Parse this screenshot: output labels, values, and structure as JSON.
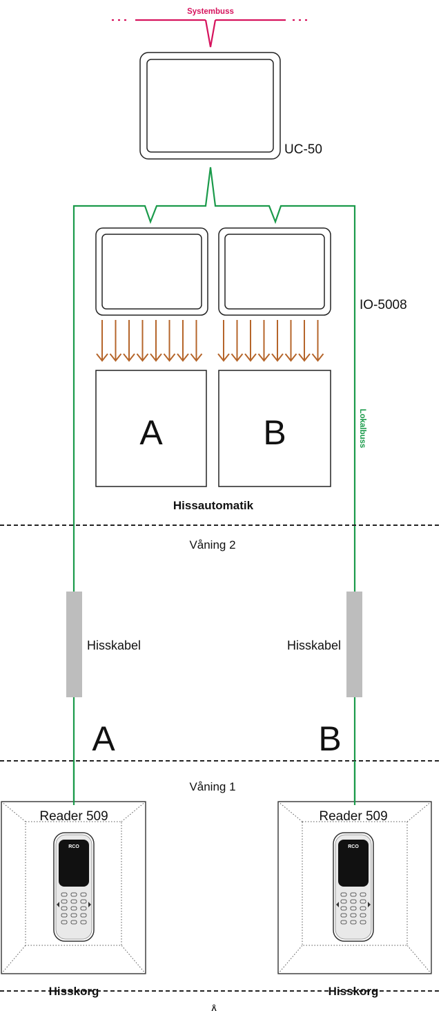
{
  "system_bus": {
    "label": "Systembuss",
    "color": "#d6135d"
  },
  "local_bus": {
    "label": "Lokalbuss",
    "color": "#1a9a4a"
  },
  "relay_color": "#b5652a",
  "controller": {
    "label": "UC-50"
  },
  "io_module": {
    "label": "IO-5008"
  },
  "elevator_automation": {
    "label": "Hissautomatik",
    "letters": [
      "A",
      "B"
    ]
  },
  "floors": {
    "floor2": "Våning 2",
    "floor1": "Våning 1",
    "floor0": "Å"
  },
  "cables": {
    "label": "Hisskabel",
    "color": "#bdbdbd",
    "letters": [
      "A",
      "B"
    ]
  },
  "cars": [
    {
      "reader_label": "Reader 509",
      "reader_brand": "RCO",
      "car_label": "Hisskorg"
    },
    {
      "reader_label": "Reader 509",
      "reader_brand": "RCO",
      "car_label": "Hisskorg"
    }
  ]
}
